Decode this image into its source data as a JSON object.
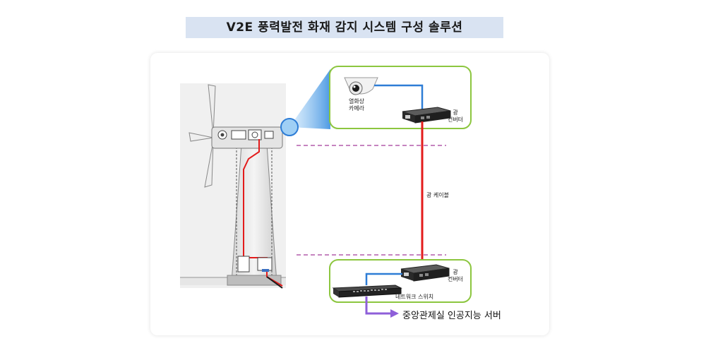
{
  "title": "V2E 풍력발전 화재 감지 시스템 구성 솔루션",
  "labels": {
    "camera_line1": "열화상",
    "camera_line2": "카메라",
    "converter_top_line1": "광",
    "converter_top_line2": "컨버터",
    "fiber_cable": "광 케이블",
    "converter_bottom_line1": "광",
    "converter_bottom_line2": "컨버터",
    "network_switch": "네트워크 스위치",
    "server": "중앙관제실 인공지능 서버"
  },
  "colors": {
    "group_border": "#8cc63f",
    "fiber_red": "#e31b1b",
    "lan_blue": "#2e7dd6",
    "server_arrow": "#8e5fd9",
    "dashed_line": "#a33a9a",
    "title_bg": "#d9e3f2"
  }
}
